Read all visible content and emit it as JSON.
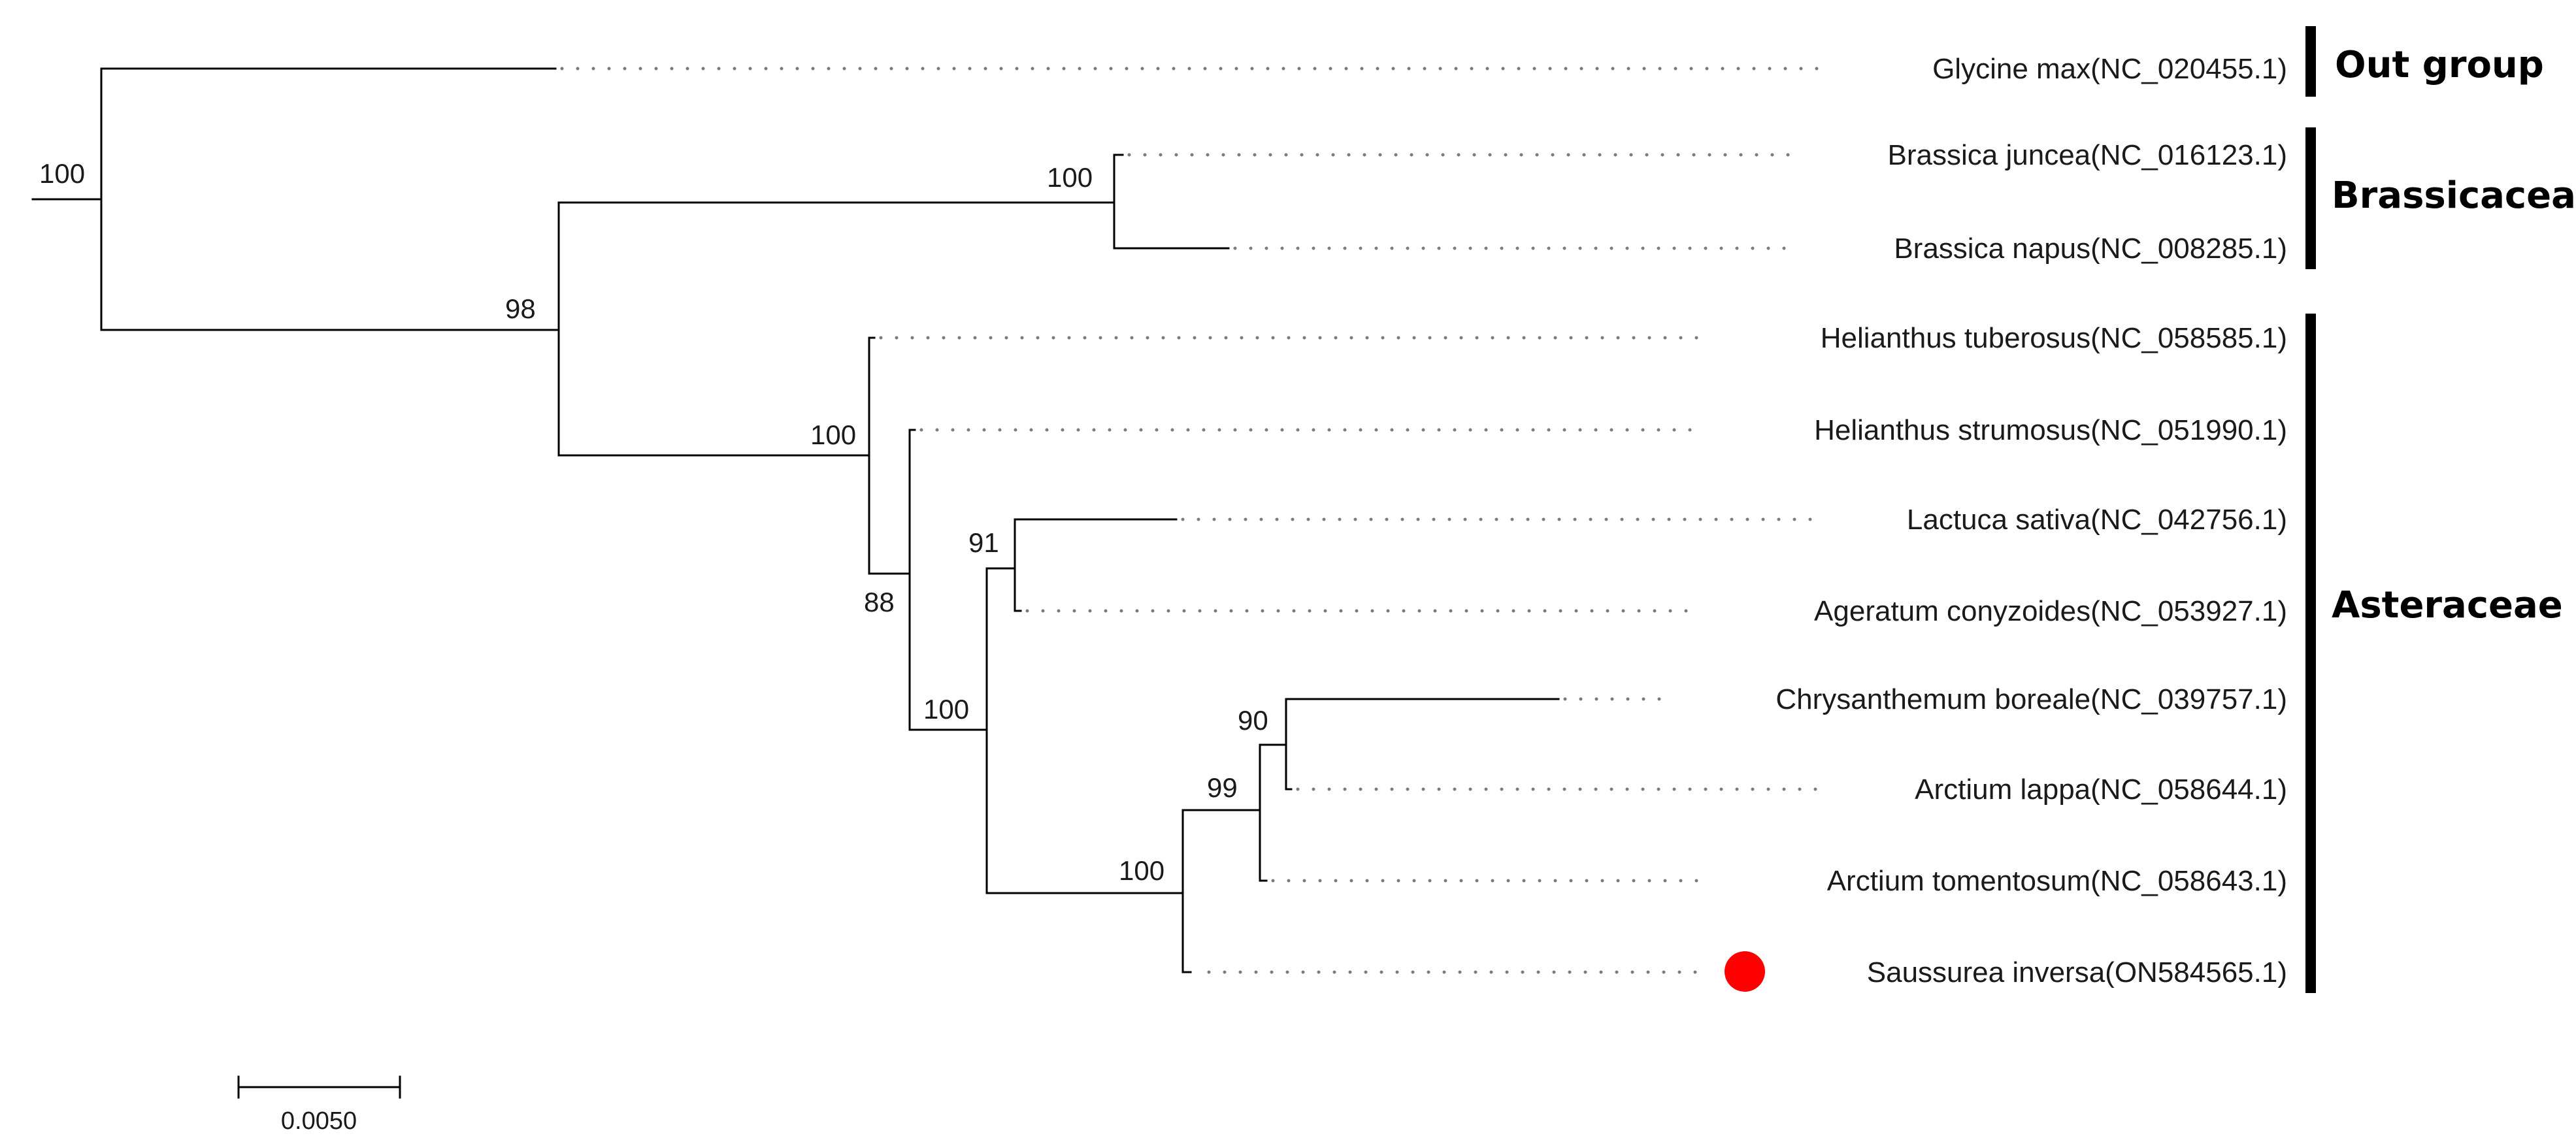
{
  "taxa": [
    "Glycine max(NC_020455.1)",
    "Brassica juncea(NC_016123.1)",
    "Brassica napus(NC_008285.1)",
    "Helianthus tuberosus(NC_058585.1)",
    "Helianthus strumosus(NC_051990.1)",
    "Lactuca sativa(NC_042756.1)",
    "Ageratum conyzoides(NC_053927.1)",
    "Chrysanthemum boreale(NC_039757.1)",
    "Arctium lappa(NC_058644.1)",
    "Arctium tomentosum(NC_058643.1)",
    "Saussurea inversa(ON584565.1)"
  ],
  "highlighted_taxon": "Saussurea inversa(ON584565.1)",
  "highlight_color": "#ff0000",
  "groups": [
    "Out group",
    "Brassicaceae",
    "Asteraceae"
  ],
  "support_values": [
    "100",
    "100",
    "98",
    "100",
    "88",
    "91",
    "100",
    "90",
    "99",
    "100"
  ],
  "scale_bar_label": "0.0050"
}
